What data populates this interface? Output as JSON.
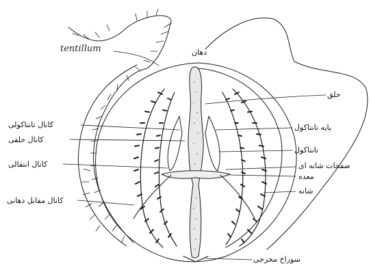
{
  "labels": {
    "tentillum": "tentillum",
    "mouth": "دهان",
    "pharynx": "حلق",
    "tentacular_canal": "کانال تانتاکولی",
    "pharyngeal_canal": "کانال حلقی",
    "tentacle_base": "پایه تانتاکول",
    "tentacle": "تانتاکول",
    "transfer_canal": "کانال انتقالی",
    "comb_plates": "صفحات شانه ای",
    "stomach": "معده",
    "comb": "شانه",
    "aboral_canal": "کانال مقابل دهانی",
    "anal_pore": "سوراخ مخرجی"
  },
  "colors": {
    "ink": "#1a1a1a",
    "stipple": "#555555",
    "background": "#ffffff"
  }
}
